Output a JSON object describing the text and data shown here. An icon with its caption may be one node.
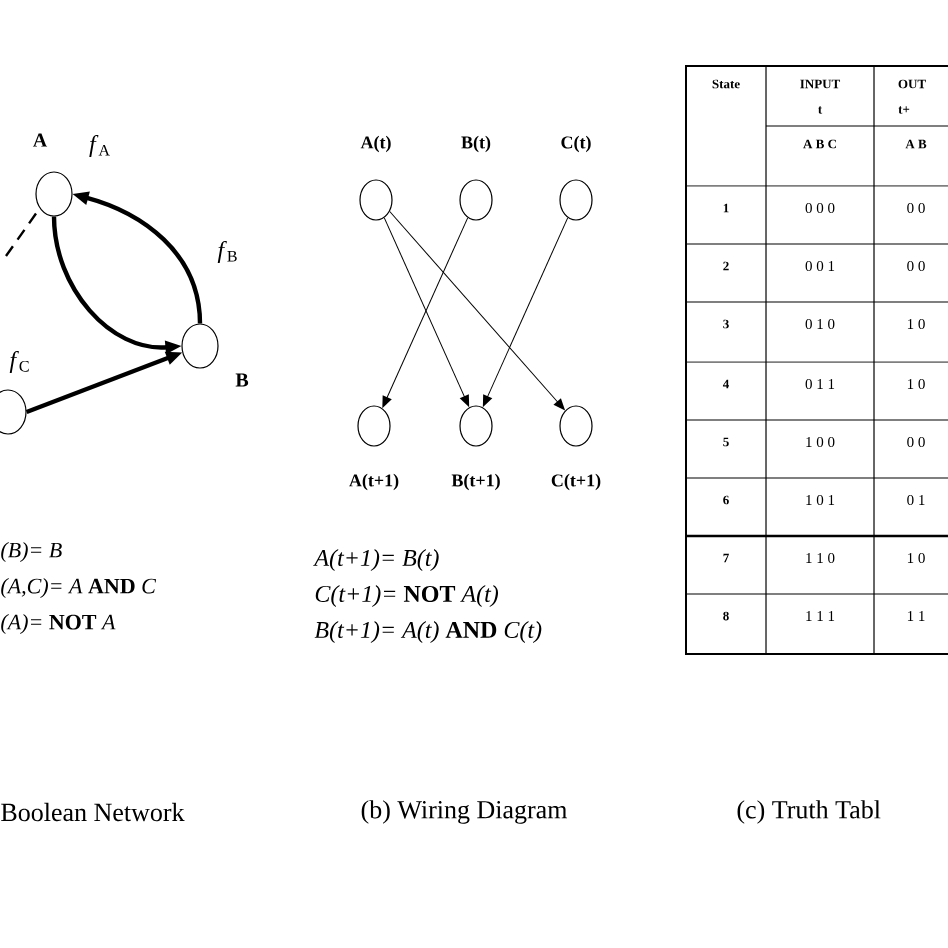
{
  "diagram": {
    "nodes": [
      {
        "text": [],
        "shape": "circle",
        "beside": [
          "A",
          "*f*$_{A}$"
        ]
      },
      {
        "text": [],
        "shape": "circle",
        "beside": [
          "*f*$_{B}$",
          "B"
        ]
      },
      {
        "text": [],
        "shape": "circle",
        "beside": [
          "*f*$_{C}$"
        ]
      },
      {
        "text": [],
        "shape": "circle",
        "beside": [
          "A(t)"
        ]
      },
      {
        "text": [],
        "shape": "circle",
        "beside": [
          "B(t)"
        ]
      },
      {
        "text": [],
        "shape": "circle",
        "beside": [
          "C(t)"
        ]
      },
      {
        "text": [],
        "shape": "circle",
        "beside": [
          "A(t+1)"
        ]
      },
      {
        "text": [],
        "shape": "circle",
        "beside": [
          "B(t+1)"
        ]
      },
      {
        "text": [],
        "shape": "circle",
        "beside": [
          "C(t+1)"
        ]
      }
    ],
    "edges": [
      {
        "from": null,
        "to": 0,
        "arrow": "none",
        "style": "dashed"
      },
      {
        "from": 1,
        "to": 0,
        "arrow": "to",
        "style": "thick"
      },
      {
        "from": 0,
        "to": 1,
        "arrow": "to",
        "style": "thick"
      },
      {
        "from": 2,
        "to": 1,
        "arrow": "to",
        "style": "thick"
      },
      {
        "from": 3,
        "to": 7,
        "arrow": "to"
      },
      {
        "from": 3,
        "to": 8,
        "arrow": "to"
      },
      {
        "from": 4,
        "to": 6,
        "arrow": "to"
      },
      {
        "from": 5,
        "to": 7,
        "arrow": "to"
      }
    ],
    "labels": [
      "*(B)= B*",
      "*(A,C)= A* **AND** *C*",
      "*(A)=* **NOT** *A*",
      "*A(t+1)= B(t)*",
      "*C(t+1)=* **NOT** *A(t)*",
      "*B(t+1)= A(t)* **AND** *C(t)*",
      "State",
      "INPUT",
      "OUT",
      "t",
      "t+",
      "A B C",
      "A B",
      "1",
      "0 0 0",
      "0 0",
      "2",
      "0 0 1",
      "0 0",
      "3",
      "0 1 0",
      "1 0",
      "4",
      "0 1 1",
      "1 0",
      "5",
      "1 0 0",
      "0 0",
      "6",
      "1 0 1",
      "0 1",
      "7",
      "1 1 0",
      "1 0",
      "8",
      "1 1 1",
      "1 1",
      "Boolean Network",
      "(b) Wiring Diagram",
      "(c) Truth Tabl"
    ]
  }
}
